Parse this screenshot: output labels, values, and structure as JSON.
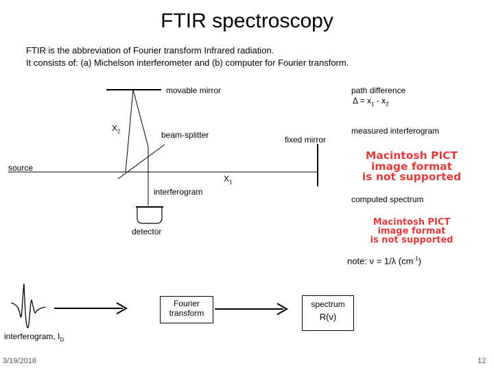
{
  "slide": {
    "title": "FTIR spectroscopy",
    "intro_line1": "FTIR is the abbreviation of Fourier transform Infrared radiation.",
    "intro_line2": "It consists  of: (a) Michelson interferometer and (b) computer for Fourier transform.",
    "date": "3/19/2018",
    "page_number": "12"
  },
  "diagram": {
    "movable_mirror": "movable mirror",
    "x2": "X",
    "x2_sub": "2",
    "beam_splitter": "beam-splitter",
    "fixed_mirror": "fixed mirror",
    "source": "source",
    "x1": "X",
    "x1_sub": "1",
    "interferogram": "interferogram",
    "detector": "detector",
    "path_difference": "path difference",
    "delta_formula": "Δ =  x",
    "delta_sub1": "1",
    "delta_minus": " - x",
    "delta_sub2": "2",
    "measured_interferogram": "measured interferogram",
    "computed_spectrum": "computed spectrum",
    "pict_line1": "Macintosh PICT",
    "pict_line2": "image format",
    "pict_line3": "is not supported",
    "note_prefix": "note:  ν = 1/λ  (cm",
    "note_sup": "-1",
    "note_suffix": ")"
  },
  "flow": {
    "fourier_line1": "Fourier",
    "fourier_line2": "transform",
    "spectrum_line1": "spectrum",
    "spectrum_line2": "R(ν)",
    "interferogram_label": "interferogram, I",
    "interferogram_sub": "D"
  }
}
